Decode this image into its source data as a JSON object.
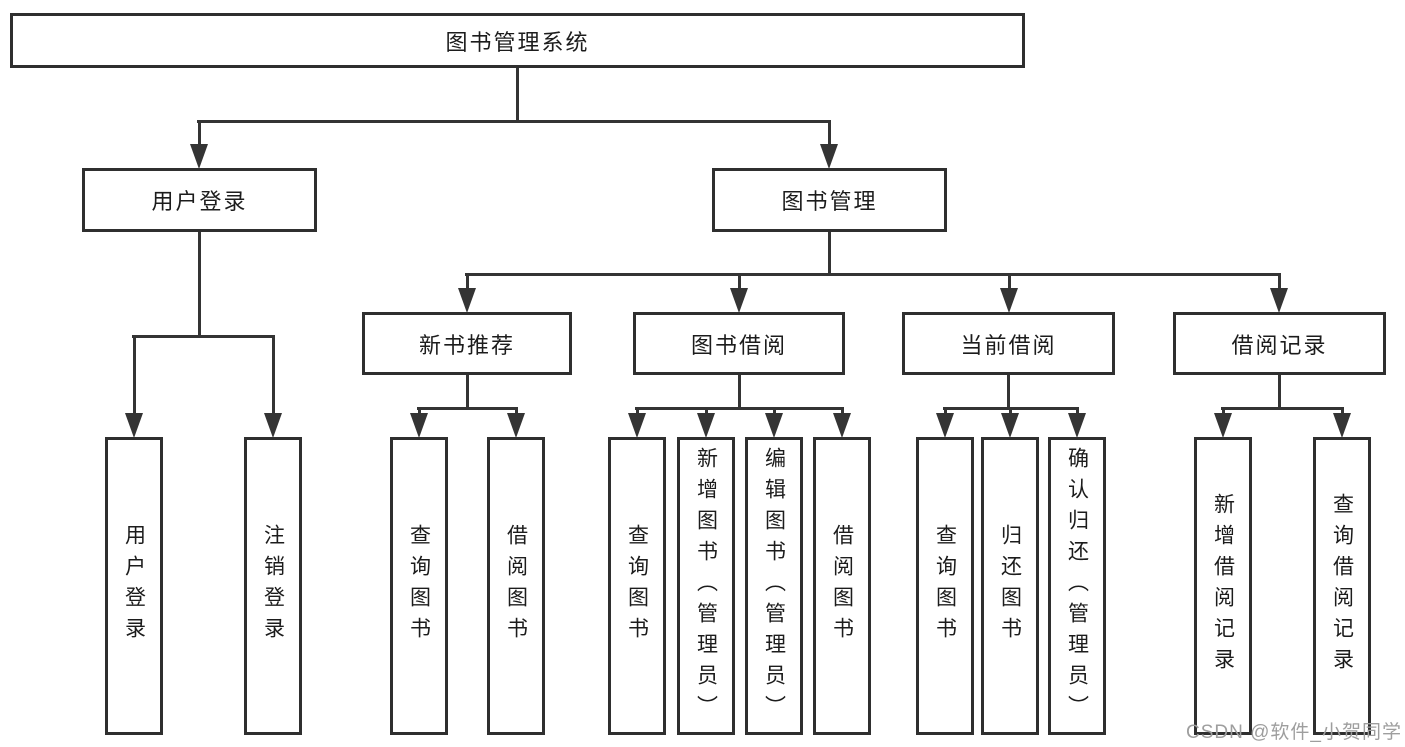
{
  "tree": {
    "root": {
      "id": "library-management-system",
      "label": "图书管理系统",
      "children": [
        {
          "id": "user-login-module",
          "label": "用户登录",
          "children": [
            {
              "id": "user-login",
              "label": "用户登录"
            },
            {
              "id": "logout",
              "label": "注销登录"
            }
          ]
        },
        {
          "id": "book-management",
          "label": "图书管理",
          "children": [
            {
              "id": "new-book-recommend",
              "label": "新书推荐",
              "children": [
                {
                  "id": "query-books",
                  "label": "查询图书"
                },
                {
                  "id": "borrow-books",
                  "label": "借阅图书"
                }
              ]
            },
            {
              "id": "book-borrowing",
              "label": "图书借阅",
              "children": [
                {
                  "id": "query-books",
                  "label": "查询图书"
                },
                {
                  "id": "add-books-admin",
                  "label": "新增图书（管理员）"
                },
                {
                  "id": "edit-books-admin",
                  "label": "编辑图书（管理员）"
                },
                {
                  "id": "borrow-books",
                  "label": "借阅图书"
                }
              ]
            },
            {
              "id": "current-borrowing",
              "label": "当前借阅",
              "children": [
                {
                  "id": "query-books",
                  "label": "查询图书"
                },
                {
                  "id": "return-books",
                  "label": "归还图书"
                },
                {
                  "id": "confirm-return-admin",
                  "label": "确认归还（管理员）"
                }
              ]
            },
            {
              "id": "borrowing-records",
              "label": "借阅记录",
              "children": [
                {
                  "id": "add-borrow-record",
                  "label": "新增借阅记录"
                },
                {
                  "id": "query-borrow-record",
                  "label": "查询借阅记录"
                }
              ]
            }
          ]
        }
      ]
    }
  },
  "watermark": {
    "text": "CSDN @软件_小贺同学"
  },
  "colors": {
    "background": "#ffffff",
    "box_border": "#2f2f2f",
    "connector_line": "#343434",
    "text": "#1c1c1c",
    "watermark_text": "#9e9e9e"
  }
}
